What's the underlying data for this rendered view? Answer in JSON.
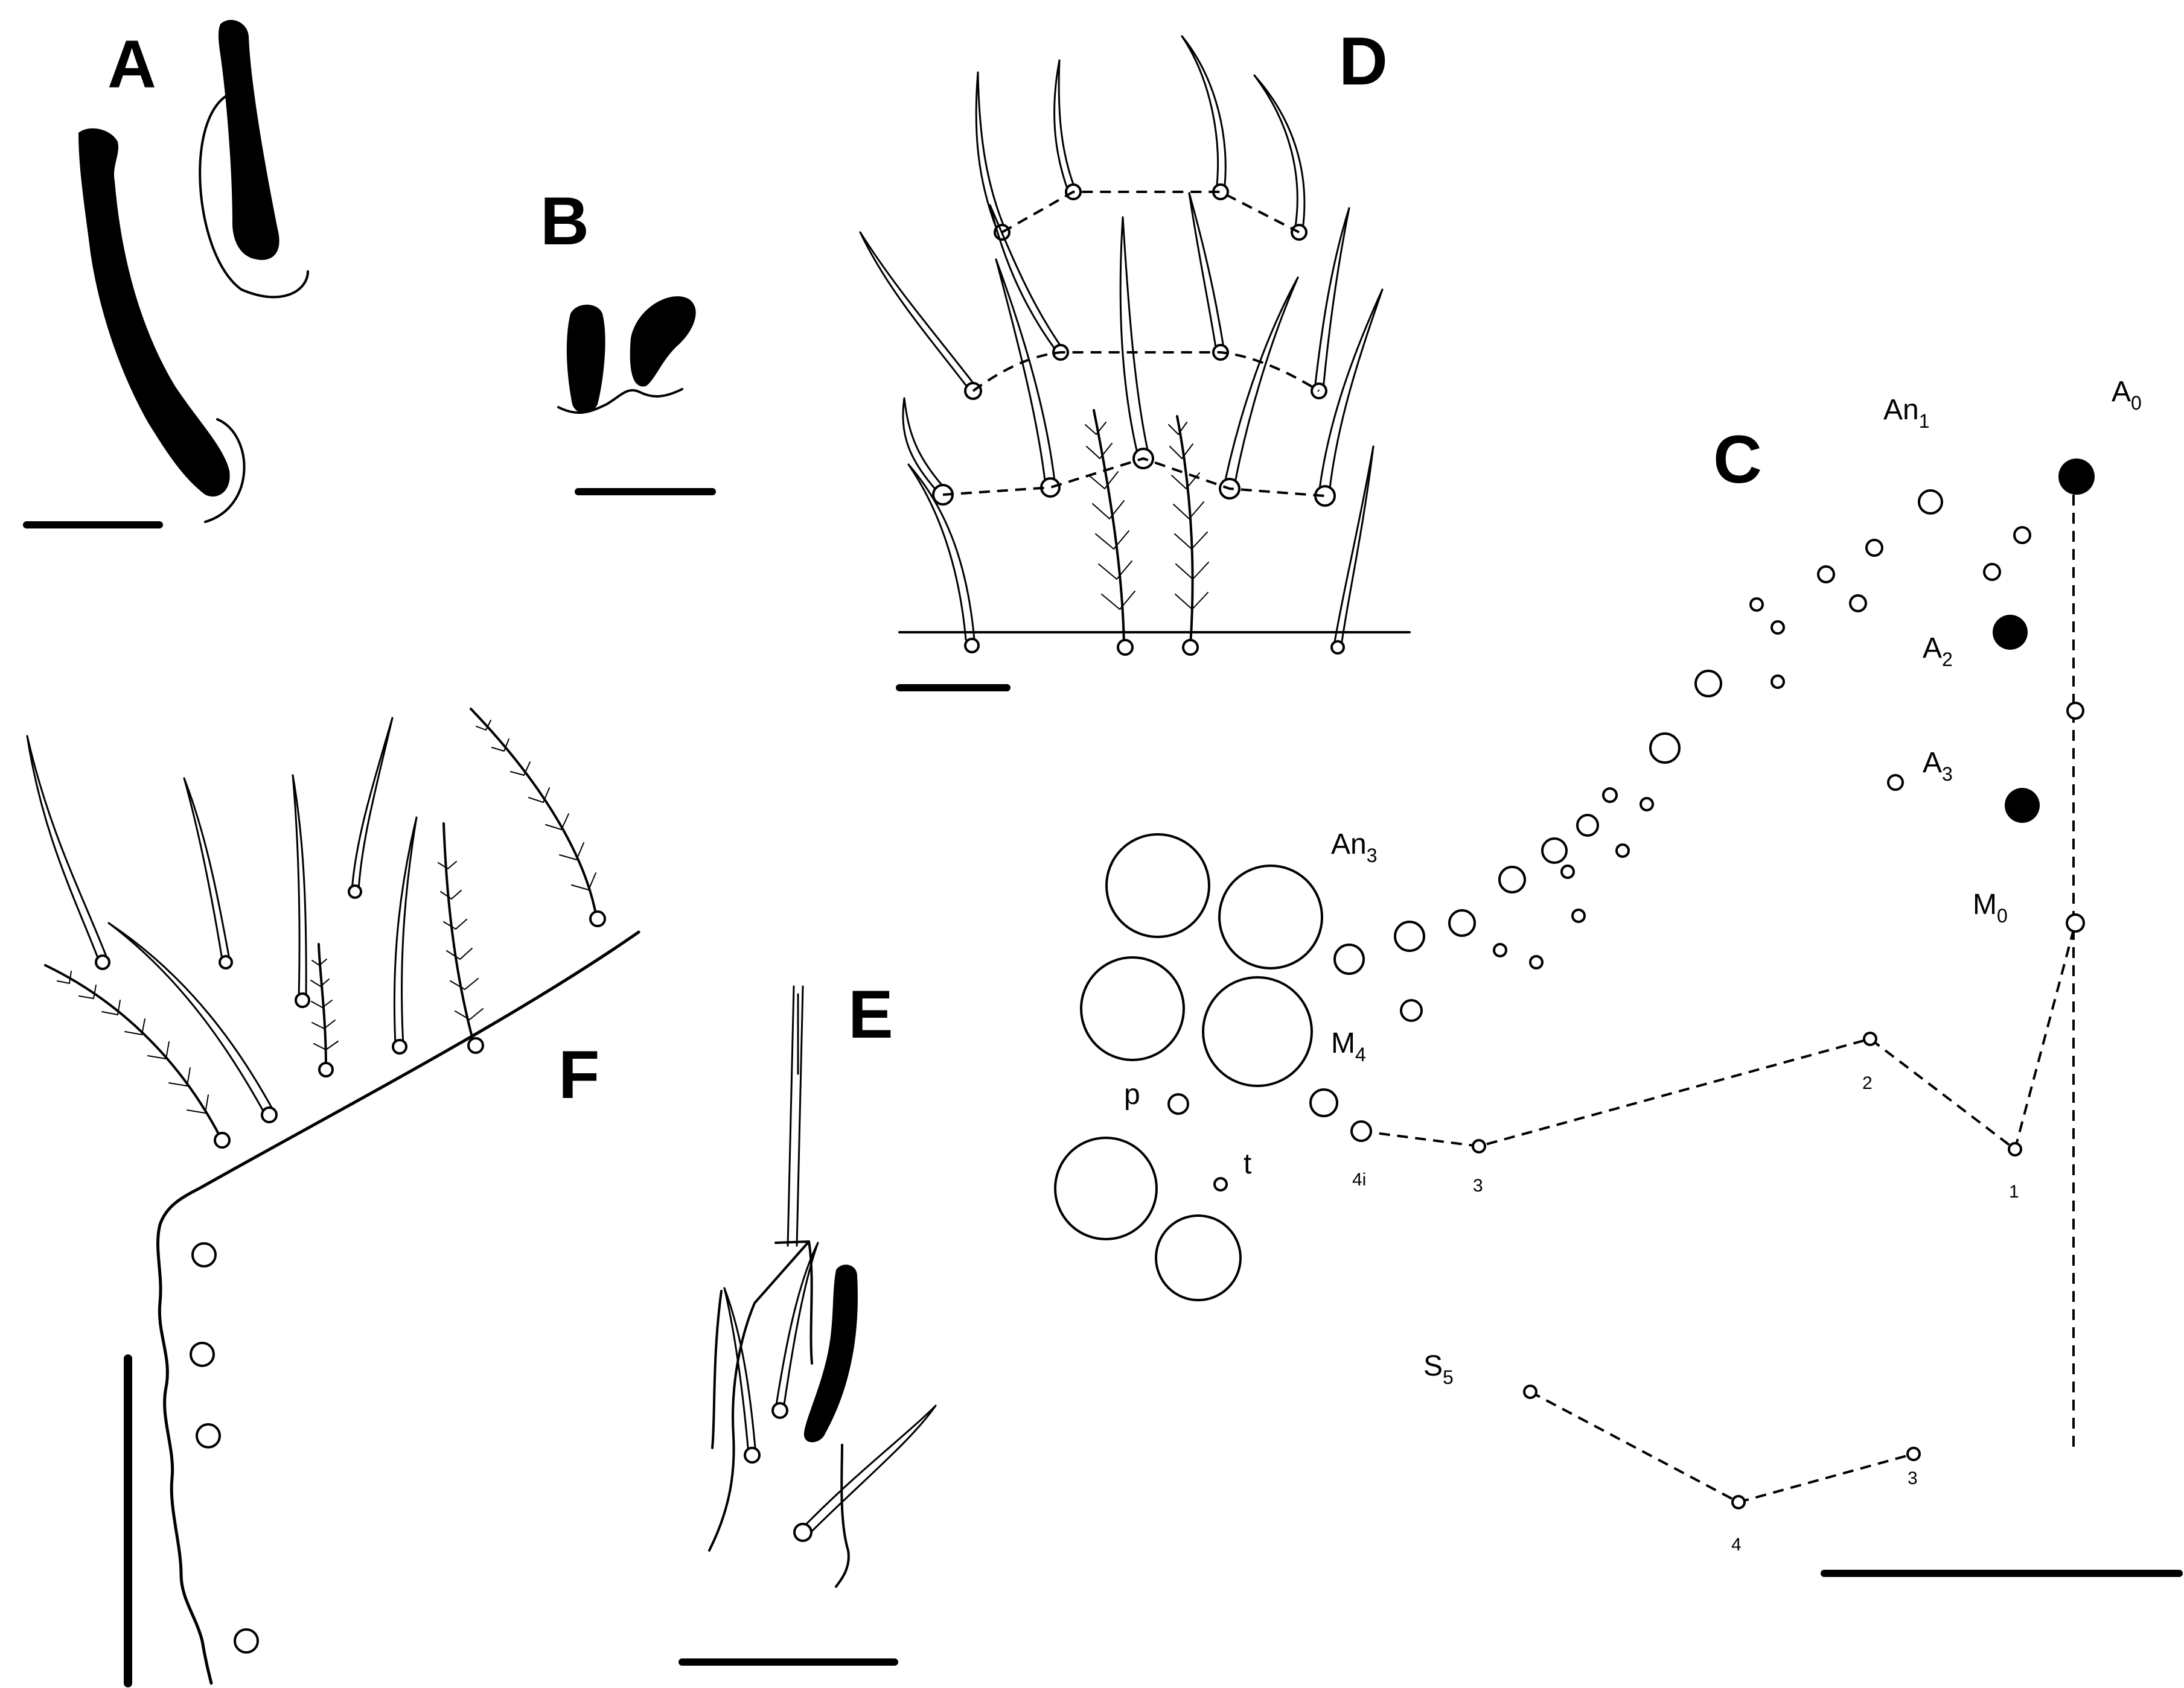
{
  "figure": {
    "panels": [
      {
        "id": "A",
        "label": "A"
      },
      {
        "id": "B",
        "label": "B"
      },
      {
        "id": "C",
        "label": "C"
      },
      {
        "id": "D",
        "label": "D"
      },
      {
        "id": "E",
        "label": "E"
      },
      {
        "id": "F",
        "label": "F"
      }
    ],
    "chaetotaxy_labels": {
      "An1": {
        "main": "An",
        "sub": "1"
      },
      "A0": {
        "main": "A",
        "sub": "0"
      },
      "A2": {
        "main": "A",
        "sub": "2"
      },
      "A3": {
        "main": "A",
        "sub": "3"
      },
      "An3": {
        "main": "An",
        "sub": "3"
      },
      "M0": {
        "main": "M",
        "sub": "0"
      },
      "M4": {
        "main": "M",
        "sub": "4"
      },
      "S5": {
        "main": "S",
        "sub": "5"
      },
      "p": "p",
      "t": "t"
    },
    "series_M_numbers": [
      "4i",
      "3",
      "2",
      "1"
    ],
    "series_S_numbers": [
      "4",
      "3"
    ]
  }
}
